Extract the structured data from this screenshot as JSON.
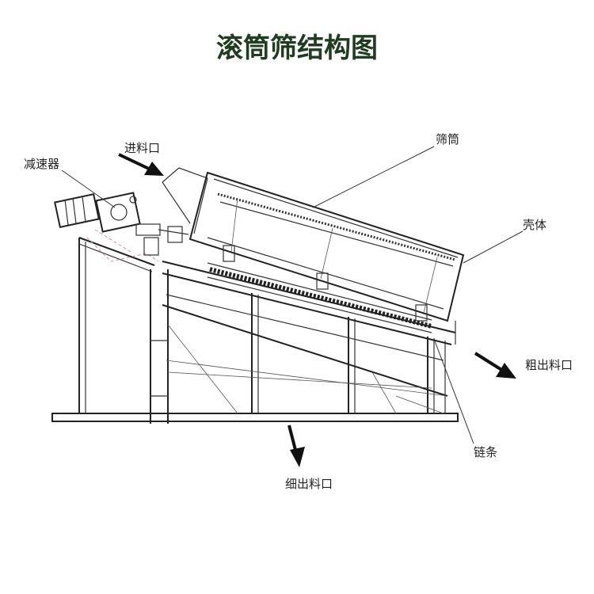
{
  "title": "滚筒筛结构图",
  "labels": {
    "feed_inlet": "进料口",
    "reducer": "减速器",
    "screen_drum": "筛筒",
    "housing": "壳体",
    "coarse_outlet": "粗出料口",
    "chain": "链条",
    "fine_outlet": "细出料口"
  },
  "colors": {
    "title": "#1f3d1f",
    "line": "#333333",
    "arrow": "#111111",
    "reducer_pink": "#d9889a"
  }
}
